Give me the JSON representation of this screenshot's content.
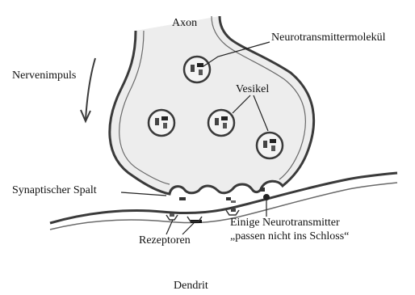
{
  "labels": {
    "axon": "Axon",
    "neurotransmitter_molecule": "Neurotransmittermolekül",
    "nerve_impulse": "Nervenimpuls",
    "vesicle": "Vesikel",
    "synaptic_cleft": "Synaptischer Spalt",
    "some_neurotransmitters_line1": "Einige Neurotransmitter",
    "some_neurotransmitters_line2": "„passen nicht ins Schloss“",
    "receptors": "Rezeptoren",
    "dendrite": "Dendrit"
  },
  "colors": {
    "ink": "#3a3a3a",
    "fill": "#e8e8e8",
    "text": "#111111"
  }
}
